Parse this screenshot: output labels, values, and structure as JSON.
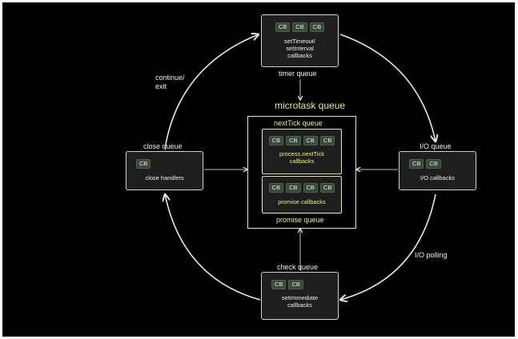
{
  "timer": {
    "cbs": [
      "CB",
      "CB",
      "CB"
    ],
    "text": "setTimeout/\nsetInterval\ncallbacks",
    "label": "timer queue"
  },
  "microtask": {
    "title": "microtask queue",
    "nexttick_label": "nextTick queue",
    "nexttick_cbs": [
      "CB",
      "CB",
      "CB",
      "CB"
    ],
    "nexttick_text": "process.nextTick\ncallbacks",
    "promise_cbs": [
      "CB",
      "CB",
      "CB",
      "CB"
    ],
    "promise_text": "promise callbacks",
    "promise_label": "promise queue"
  },
  "io": {
    "cbs": [
      "CB",
      "CB"
    ],
    "text": "I/O callbacks",
    "label": "I/O queue"
  },
  "close": {
    "cbs": [
      "CB"
    ],
    "text": "close handlers",
    "label": "close queue"
  },
  "check": {
    "cbs": [
      "CB",
      "CB"
    ],
    "text": "setImmediate\ncallbacks",
    "label": "check queue"
  },
  "edges": {
    "continue_exit": "continue/\nexit",
    "io_polling": "I/O polling"
  },
  "colors": {
    "background": "#000000",
    "box": "#1e1e1e",
    "cb": "#3a4a3a",
    "microtask_border": "#e6e6b4",
    "microtask_text": "#ecec8c"
  }
}
